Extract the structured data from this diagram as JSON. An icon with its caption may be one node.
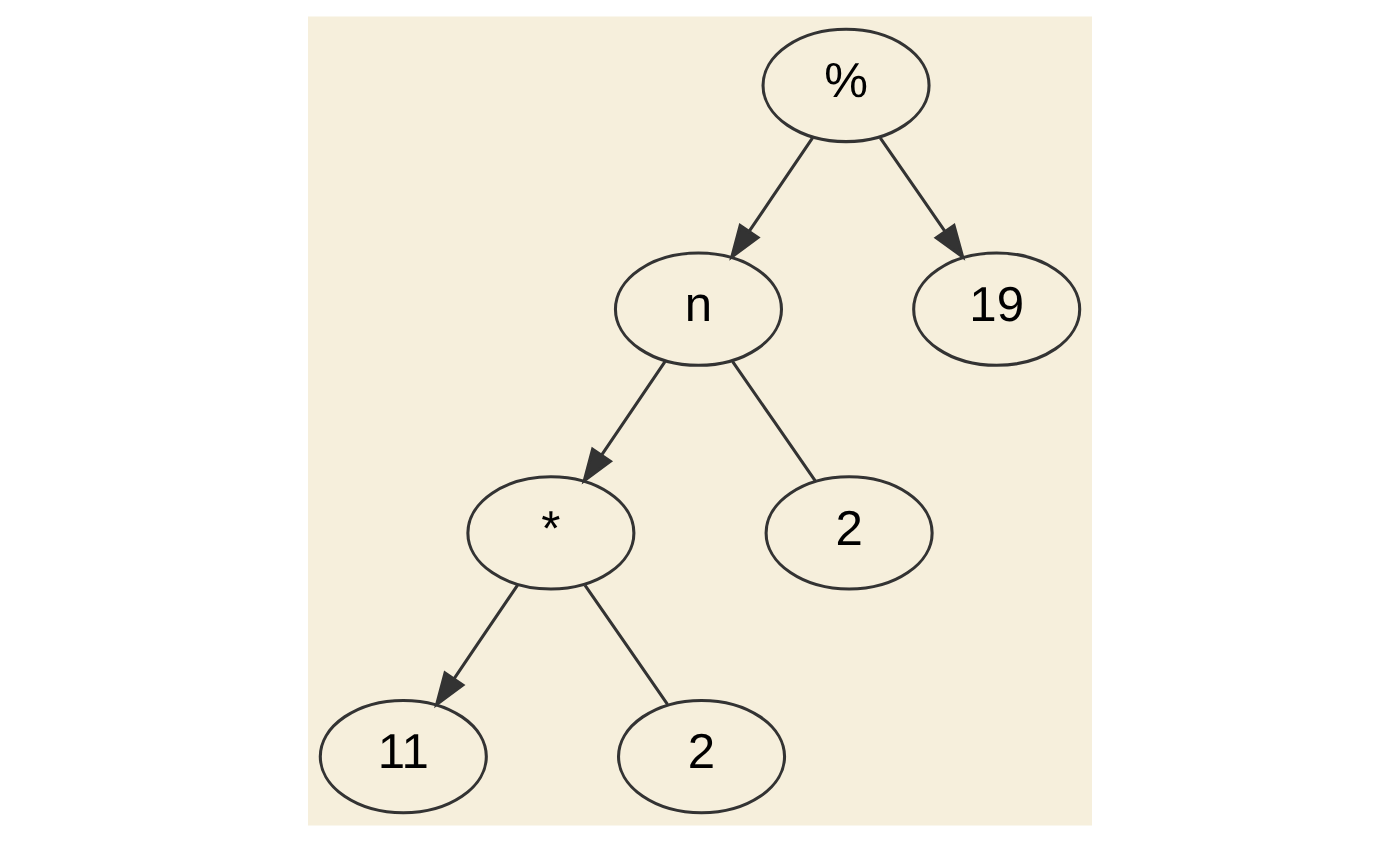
{
  "diagram": {
    "nodes": [
      {
        "text": [
          "%"
        ]
      },
      {
        "text": [
          "n"
        ]
      },
      {
        "text": [
          "19"
        ]
      },
      {
        "text": [
          "*"
        ]
      },
      {
        "text": [
          "2"
        ]
      },
      {
        "text": [
          "11"
        ]
      },
      {
        "text": [
          "2"
        ]
      }
    ],
    "edges": [
      {
        "from": 0,
        "to": 1,
        "arrow": "to"
      },
      {
        "from": 0,
        "to": 2,
        "arrow": "to"
      },
      {
        "from": 1,
        "to": 3,
        "arrow": "to"
      },
      {
        "from": 1,
        "to": 4,
        "arrow": "none"
      },
      {
        "from": 3,
        "to": 5,
        "arrow": "to"
      },
      {
        "from": 3,
        "to": 6,
        "arrow": "none"
      }
    ]
  }
}
